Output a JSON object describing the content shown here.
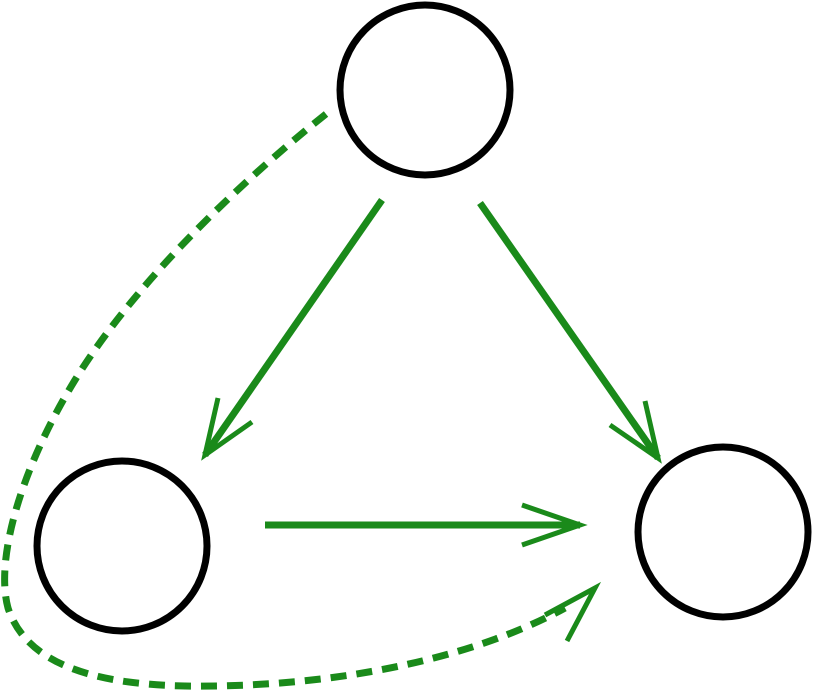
{
  "diagram": {
    "colors": {
      "node_stroke": "#000000",
      "edge": "#1a8a1a",
      "background": "#ffffff"
    },
    "nodes": [
      {
        "id": "top",
        "label": ""
      },
      {
        "id": "bottom-left",
        "label": ""
      },
      {
        "id": "bottom-right",
        "label": ""
      }
    ],
    "edges": [
      {
        "from": "top",
        "to": "bottom-left",
        "style": "solid",
        "arrow": "open"
      },
      {
        "from": "top",
        "to": "bottom-right",
        "style": "solid",
        "arrow": "open"
      },
      {
        "from": "bottom-left",
        "to": "bottom-right",
        "style": "solid",
        "arrow": "open"
      },
      {
        "from": "top",
        "to": "bottom-right",
        "style": "dashed",
        "arrow": "open",
        "route": "curved-left-around-bottom-left"
      }
    ]
  }
}
